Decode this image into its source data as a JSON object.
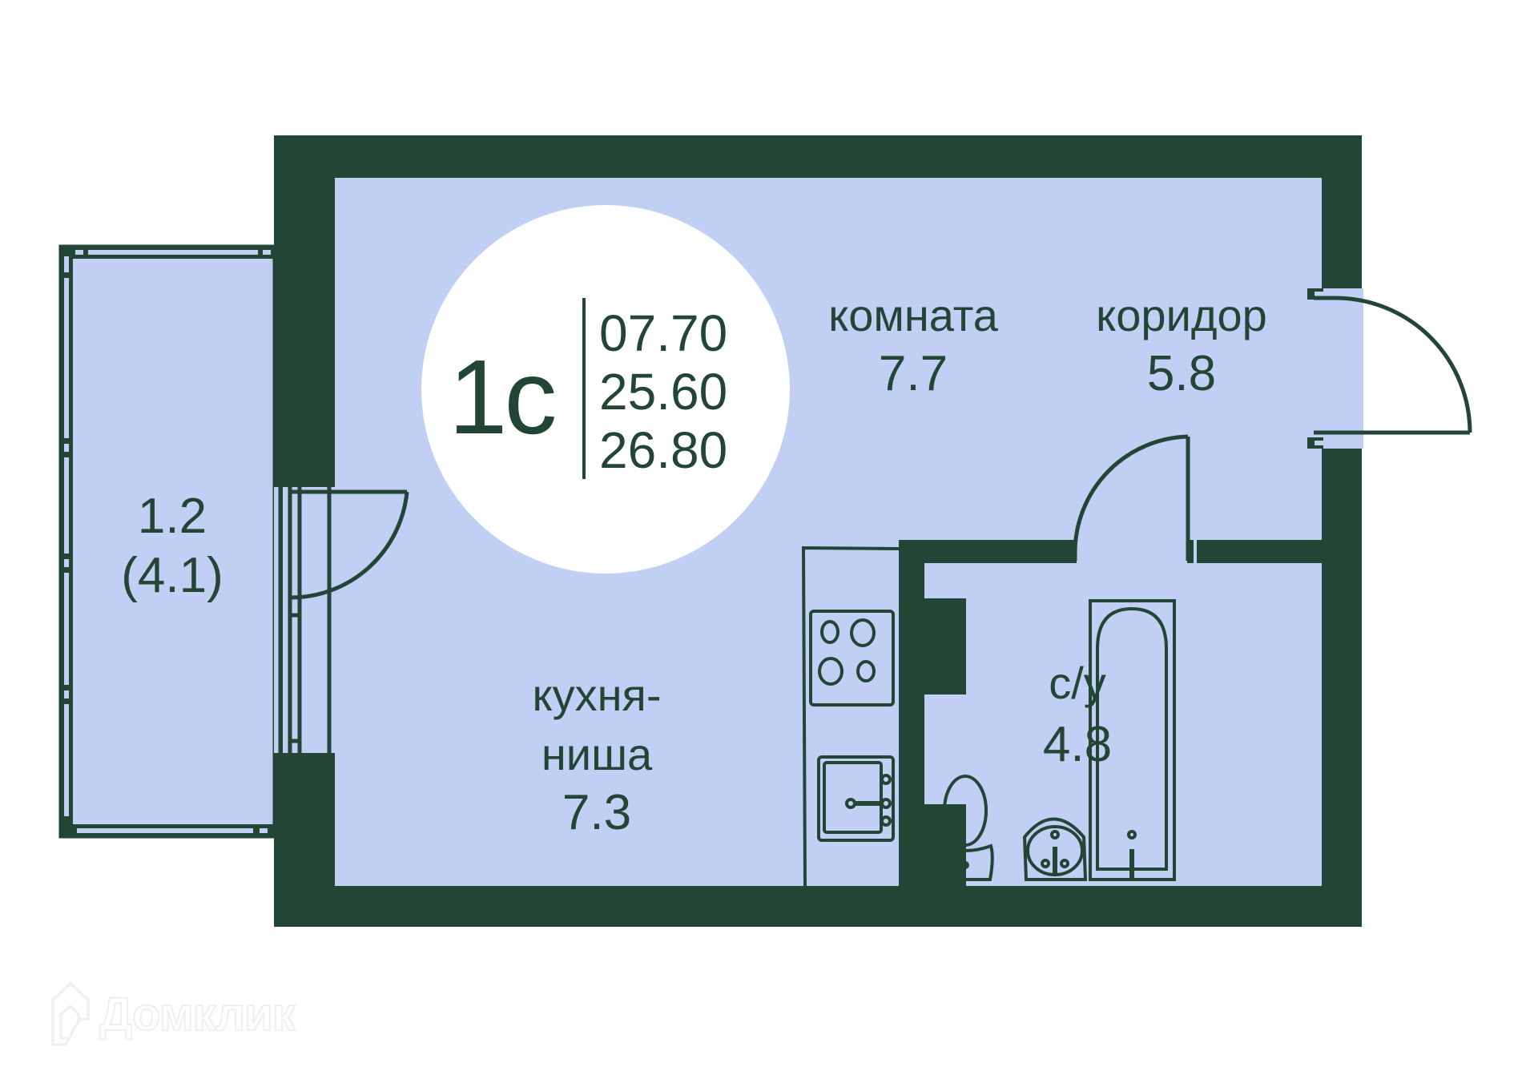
{
  "colors": {
    "wall": "#234535",
    "floor": "#c1cff5",
    "background": "#ffffff",
    "badge_bg": "#ffffff",
    "text": "#234535"
  },
  "badge": {
    "type": "1с",
    "areas": [
      "07.70",
      "25.60",
      "26.80"
    ]
  },
  "rooms": {
    "room": {
      "name": "комната",
      "area": "7.7"
    },
    "corridor": {
      "name": "коридор",
      "area": "5.8"
    },
    "kitchen": {
      "name_line1": "кухня-",
      "name_line2": "ниша",
      "area": "7.3"
    },
    "bathroom": {
      "name": "с/у",
      "area": "4.8"
    },
    "balcony": {
      "area": "1.2",
      "area_full": "(4.1)"
    }
  },
  "fixtures": [
    "stove-icon",
    "kitchen-sink-icon",
    "toilet-icon",
    "washbasin-icon",
    "bathtub-icon"
  ],
  "watermark": {
    "text": "Домклик"
  }
}
